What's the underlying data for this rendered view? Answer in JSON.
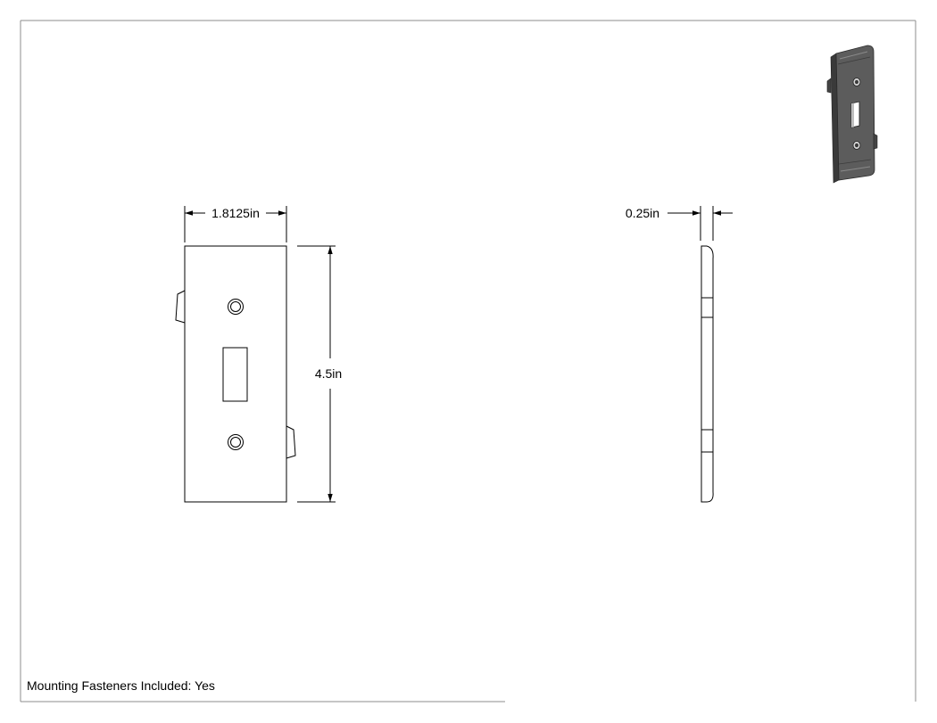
{
  "drawing": {
    "dimensions": {
      "width": "1.8125in",
      "height": "4.5in",
      "thickness": "0.25in"
    },
    "views": [
      "front-view",
      "side-view",
      "isometric-view"
    ],
    "colors": {
      "line": "#000000",
      "border": "#888888",
      "iso_face": "#5c5c5c",
      "iso_edge": "#2a2a2a",
      "iso_highlight": "#8a8a8a"
    }
  },
  "note": {
    "text": "Mounting Fasteners Included: Yes"
  }
}
